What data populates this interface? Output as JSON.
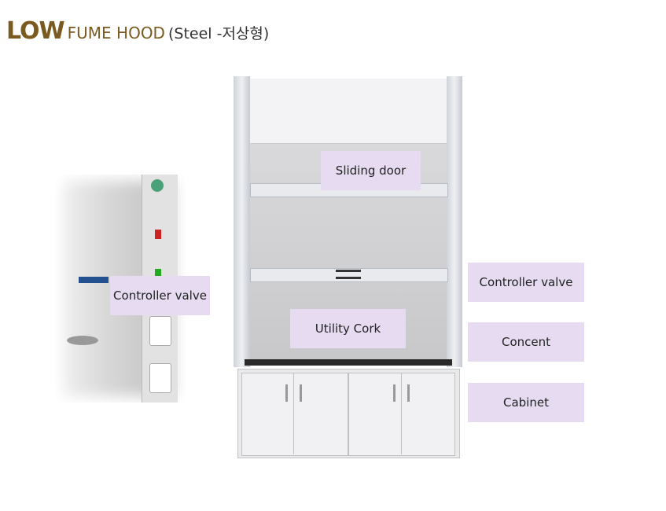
{
  "title": {
    "main": "LOW",
    "product": "FUME HOOD",
    "sub": "(Steel -저상형)"
  },
  "labels": {
    "controller_valve_left": "Controller valve",
    "sliding_door": "Sliding door",
    "utility_cork": "Utility Cork",
    "controller_valve_right": "Controller valve",
    "concent": "Concent",
    "cabinet": "Cabinet"
  }
}
